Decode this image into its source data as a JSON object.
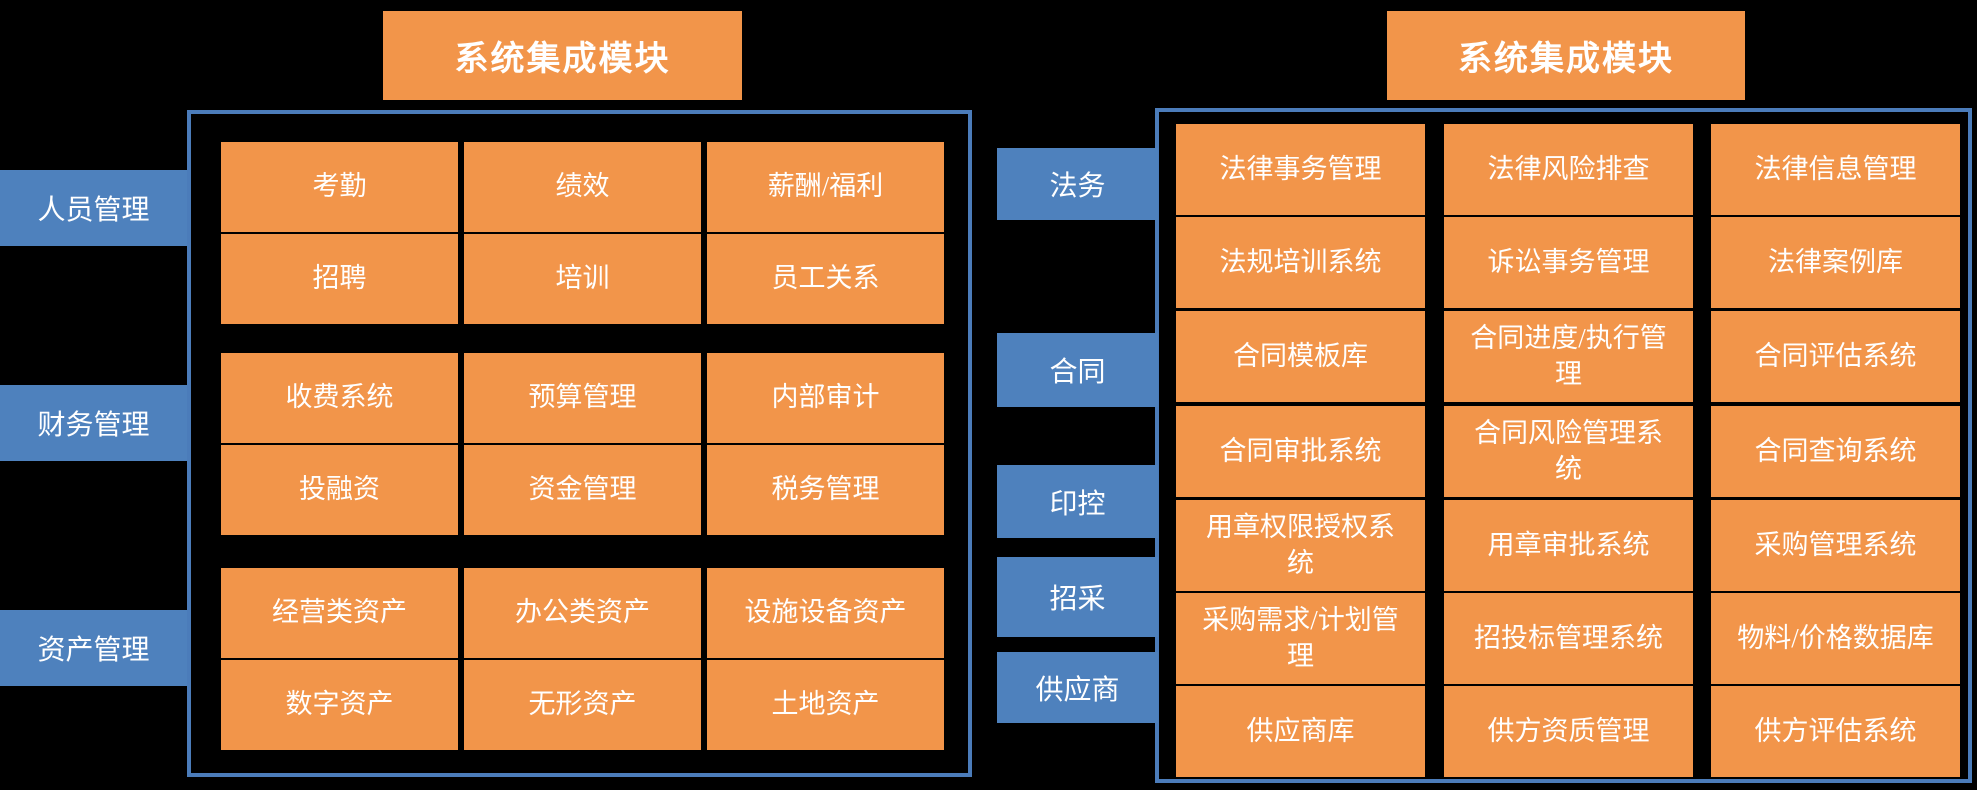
{
  "colors": {
    "background": "#000000",
    "module_box_orange": "#F2954A",
    "category_label_blue": "#4E81BD",
    "panel_border_blue": "#4B7CBA",
    "text_white": "#FFFFFF"
  },
  "left_panel": {
    "title": "系统集成模块",
    "groups": [
      {
        "label": "人员管理",
        "rows": [
          [
            "考勤",
            "绩效",
            "薪酬/福利"
          ],
          [
            "招聘",
            "培训",
            "员工关系"
          ]
        ]
      },
      {
        "label": "财务管理",
        "rows": [
          [
            "收费系统",
            "预算管理",
            "内部审计"
          ],
          [
            "投融资",
            "资金管理",
            "税务管理"
          ]
        ]
      },
      {
        "label": "资产管理",
        "rows": [
          [
            "经营类资产",
            "办公类资产",
            "设施设备资产"
          ],
          [
            "数字资产",
            "无形资产",
            "土地资产"
          ]
        ]
      }
    ]
  },
  "right_panel": {
    "title": "系统集成模块",
    "groups": [
      {
        "label": "法务",
        "rows": [
          [
            "法律事务管理",
            "法律风险排查",
            "法律信息管理"
          ],
          [
            "法规培训系统",
            "诉讼事务管理",
            "法律案例库"
          ]
        ]
      },
      {
        "label": "合同",
        "rows": [
          [
            "合同模板库",
            "合同进度/执行管理",
            "合同评估系统"
          ],
          [
            "合同审批系统",
            "合同风险管理系统",
            "合同查询系统"
          ]
        ]
      },
      {
        "label": "印控",
        "rows": [
          [
            "用章权限授权系统",
            "用章审批系统",
            "采购管理系统"
          ]
        ]
      },
      {
        "label": "招采",
        "rows": [
          [
            "采购需求/计划管理",
            "招投标管理系统",
            "物料/价格数据库"
          ]
        ]
      },
      {
        "label": "供应商",
        "rows": [
          [
            "供应商库",
            "供方资质管理",
            "供方评估系统"
          ]
        ]
      }
    ]
  }
}
